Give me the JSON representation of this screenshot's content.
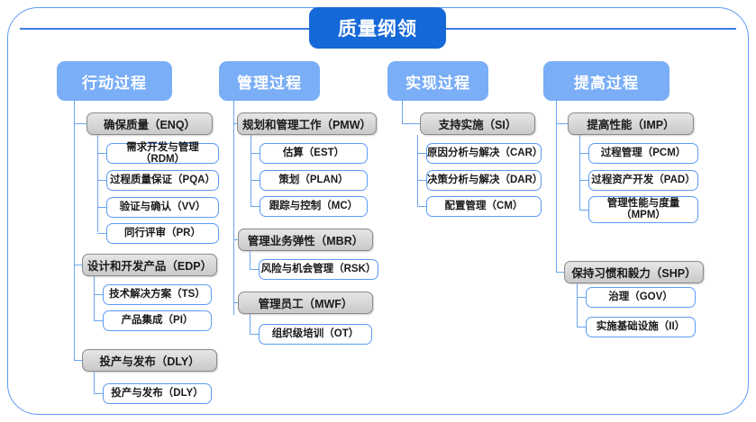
{
  "diagram": {
    "title": "质量纲领",
    "columns": [
      {
        "header": "行动过程",
        "groups": [
          {
            "label": "确保质量（ENQ）",
            "items": [
              "需求开发与管理（RDM）",
              "过程质量保证（PQA）",
              "验证与确认（VV）",
              "同行评审（PR）"
            ]
          },
          {
            "label": "设计和开发产品（EDP）",
            "items": [
              "技术解决方案（TS）",
              "产品集成（PI）"
            ]
          },
          {
            "label": "投产与发布（DLY）",
            "items": [
              "投产与发布（DLY）"
            ]
          }
        ]
      },
      {
        "header": "管理过程",
        "groups": [
          {
            "label": "规划和管理工作（PMW）",
            "items": [
              "估算（EST）",
              "策划（PLAN）",
              "跟踪与控制（MC）"
            ]
          },
          {
            "label": "管理业务弹性（MBR）",
            "items": [
              "风险与机会管理（RSK）"
            ]
          },
          {
            "label": "管理员工（MWF）",
            "items": [
              "组织级培训（OT）"
            ]
          }
        ]
      },
      {
        "header": "实现过程",
        "groups": [
          {
            "label": "支持实施（SI）",
            "items": [
              "原因分析与解决（CAR）",
              "决策分析与解决（DAR）",
              "配置管理（CM）"
            ]
          }
        ]
      },
      {
        "header": "提高过程",
        "groups": [
          {
            "label": "提高性能（IMP）",
            "items": [
              "过程管理（PCM）",
              "过程资产开发（PAD）",
              "管理性能与度量\n（MPM）"
            ]
          },
          {
            "label": "保持习惯和毅力（SHP）",
            "items": [
              "治理（GOV）",
              "实施基础设施（II）"
            ]
          }
        ]
      }
    ]
  },
  "colors": {
    "title_bg": "#1568d8",
    "header_bg": "#7aaef7",
    "group_bg": "#dcdcdc",
    "leaf_border": "#5b9bf5",
    "connector": "#6ba4f2",
    "frame_border": "#5b9bf5"
  }
}
